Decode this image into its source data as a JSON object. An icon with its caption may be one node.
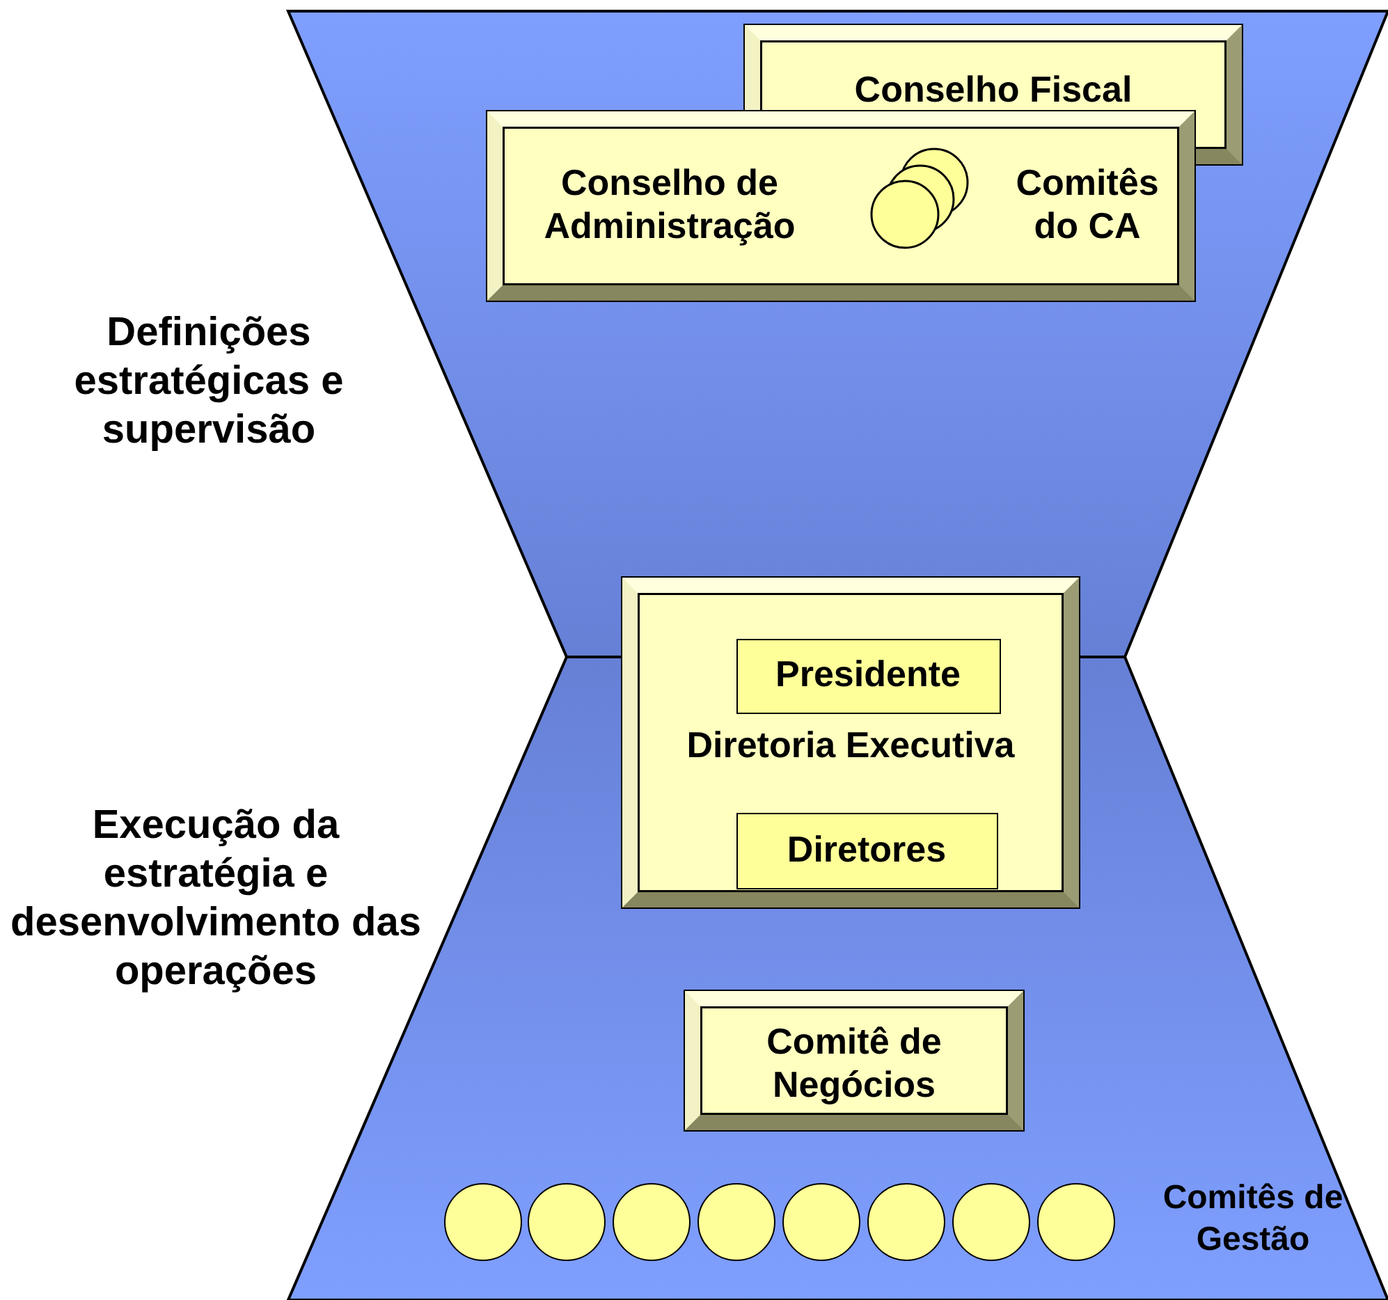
{
  "diagram": {
    "nodes": [
      {
        "text": [
          "Conselho Fiscal"
        ]
      },
      {
        "text": [
          "Conselho de Administração",
          "Comitês do CA"
        ]
      },
      {
        "text": [
          "Diretoria Executiva"
        ]
      },
      {
        "text": [
          "Presidente"
        ],
        "in": 2
      },
      {
        "text": [
          "Diretores"
        ],
        "in": 2
      },
      {
        "text": [
          "Comitê de Negócios"
        ]
      },
      {
        "text": [],
        "shape": "circle"
      },
      {
        "text": [],
        "shape": "circle"
      },
      {
        "text": [],
        "shape": "circle"
      },
      {
        "text": [],
        "shape": "circle"
      },
      {
        "text": [],
        "shape": "circle"
      },
      {
        "text": [],
        "shape": "circle"
      },
      {
        "text": [],
        "shape": "circle"
      },
      {
        "text": [],
        "shape": "circle"
      }
    ],
    "labels": [
      "Definições estratégicas e supervisão",
      "Execução da estratégia e desenvolvimento das operações",
      "Comitês de Gestão"
    ]
  }
}
